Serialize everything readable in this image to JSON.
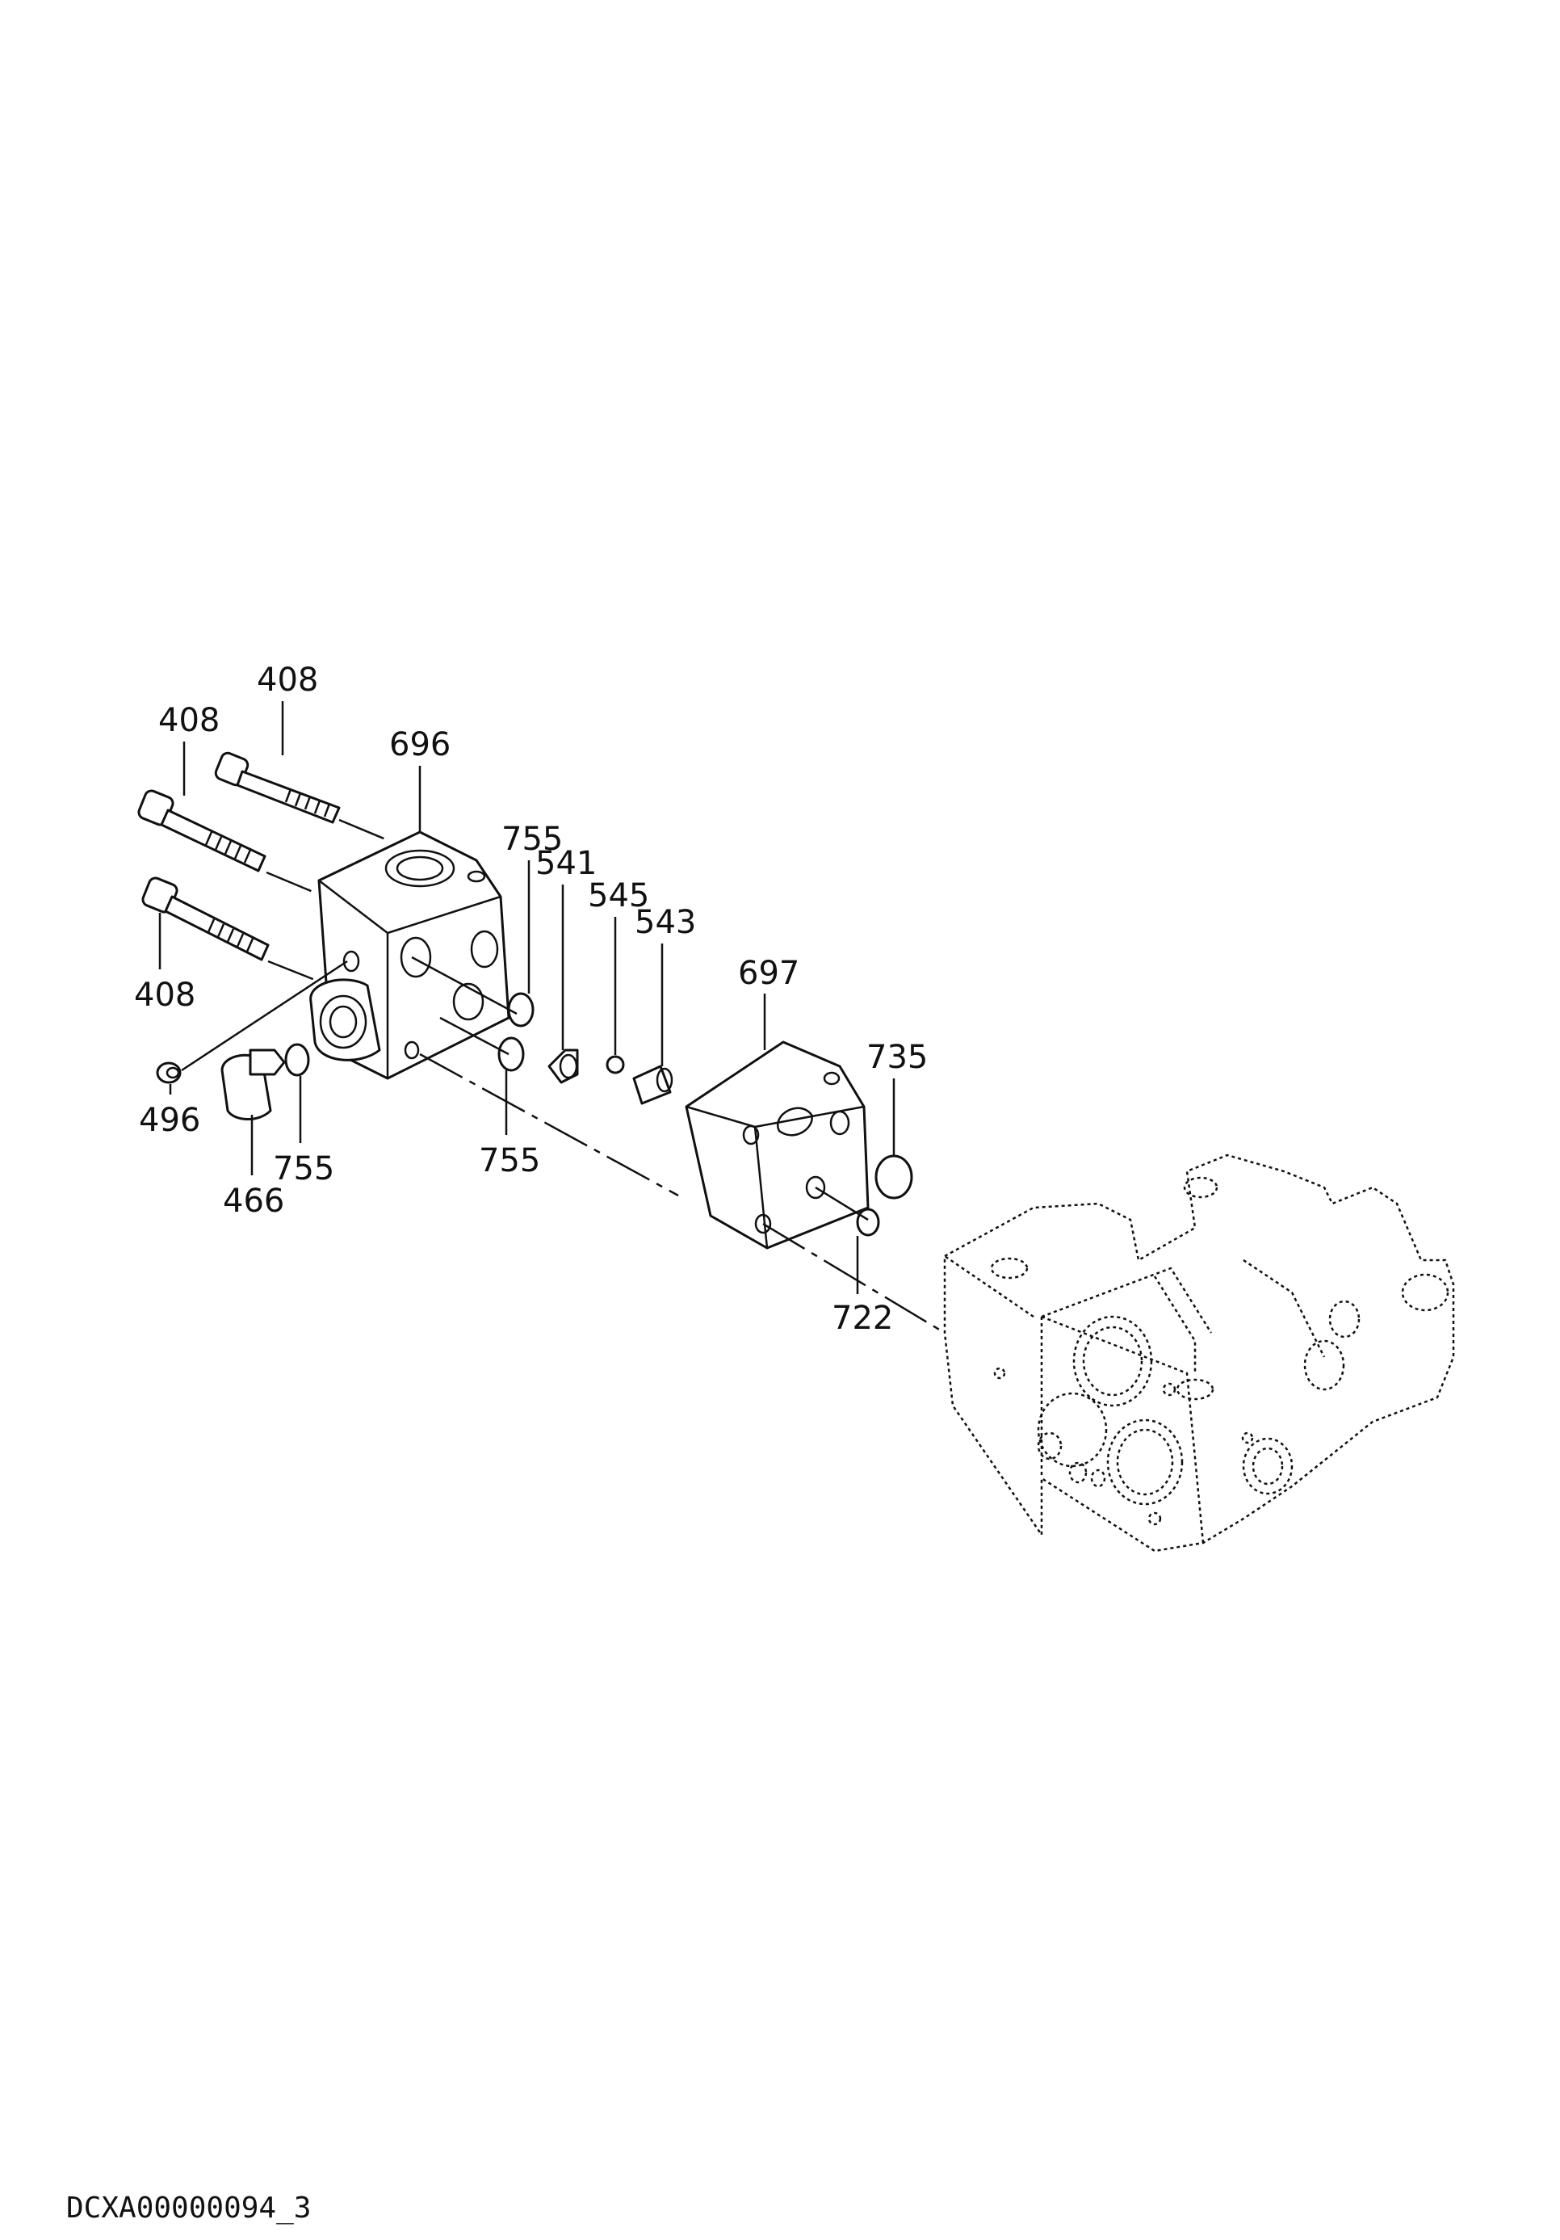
{
  "drawing_code": "DCXA00000094_3",
  "callouts": [
    {
      "id": "c408a",
      "text": "408"
    },
    {
      "id": "c408b",
      "text": "408"
    },
    {
      "id": "c408c",
      "text": "408"
    },
    {
      "id": "c696",
      "text": "696"
    },
    {
      "id": "c755a",
      "text": "755"
    },
    {
      "id": "c541",
      "text": "541"
    },
    {
      "id": "c545",
      "text": "545"
    },
    {
      "id": "c543",
      "text": "543"
    },
    {
      "id": "c697",
      "text": "697"
    },
    {
      "id": "c735",
      "text": "735"
    },
    {
      "id": "c496",
      "text": "496"
    },
    {
      "id": "c755b",
      "text": "755"
    },
    {
      "id": "c466",
      "text": "466"
    },
    {
      "id": "c755c",
      "text": "755"
    },
    {
      "id": "c722",
      "text": "722"
    }
  ]
}
